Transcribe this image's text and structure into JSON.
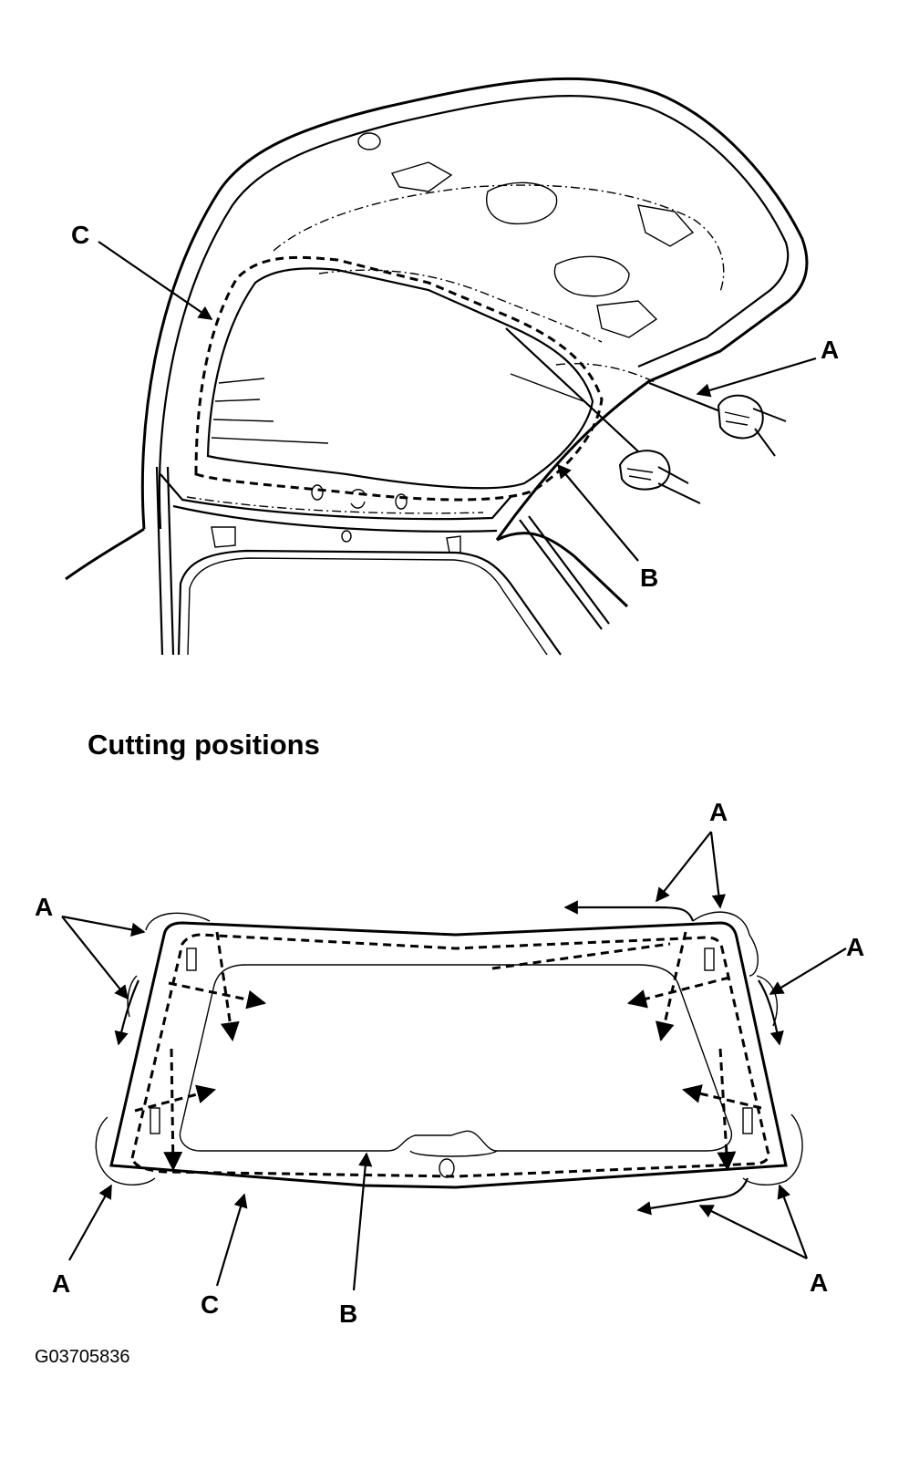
{
  "figure": {
    "section_heading": "Cutting positions",
    "figure_id": "G03705836"
  },
  "top_view": {
    "callouts": {
      "a": "A",
      "b": "B",
      "c": "C"
    }
  },
  "bottom_view": {
    "callouts": {
      "a_top_left": "A",
      "a_top_right": "A",
      "a_right": "A",
      "a_bottom_left": "A",
      "a_bottom_right": "A",
      "b": "B",
      "c": "C"
    }
  }
}
